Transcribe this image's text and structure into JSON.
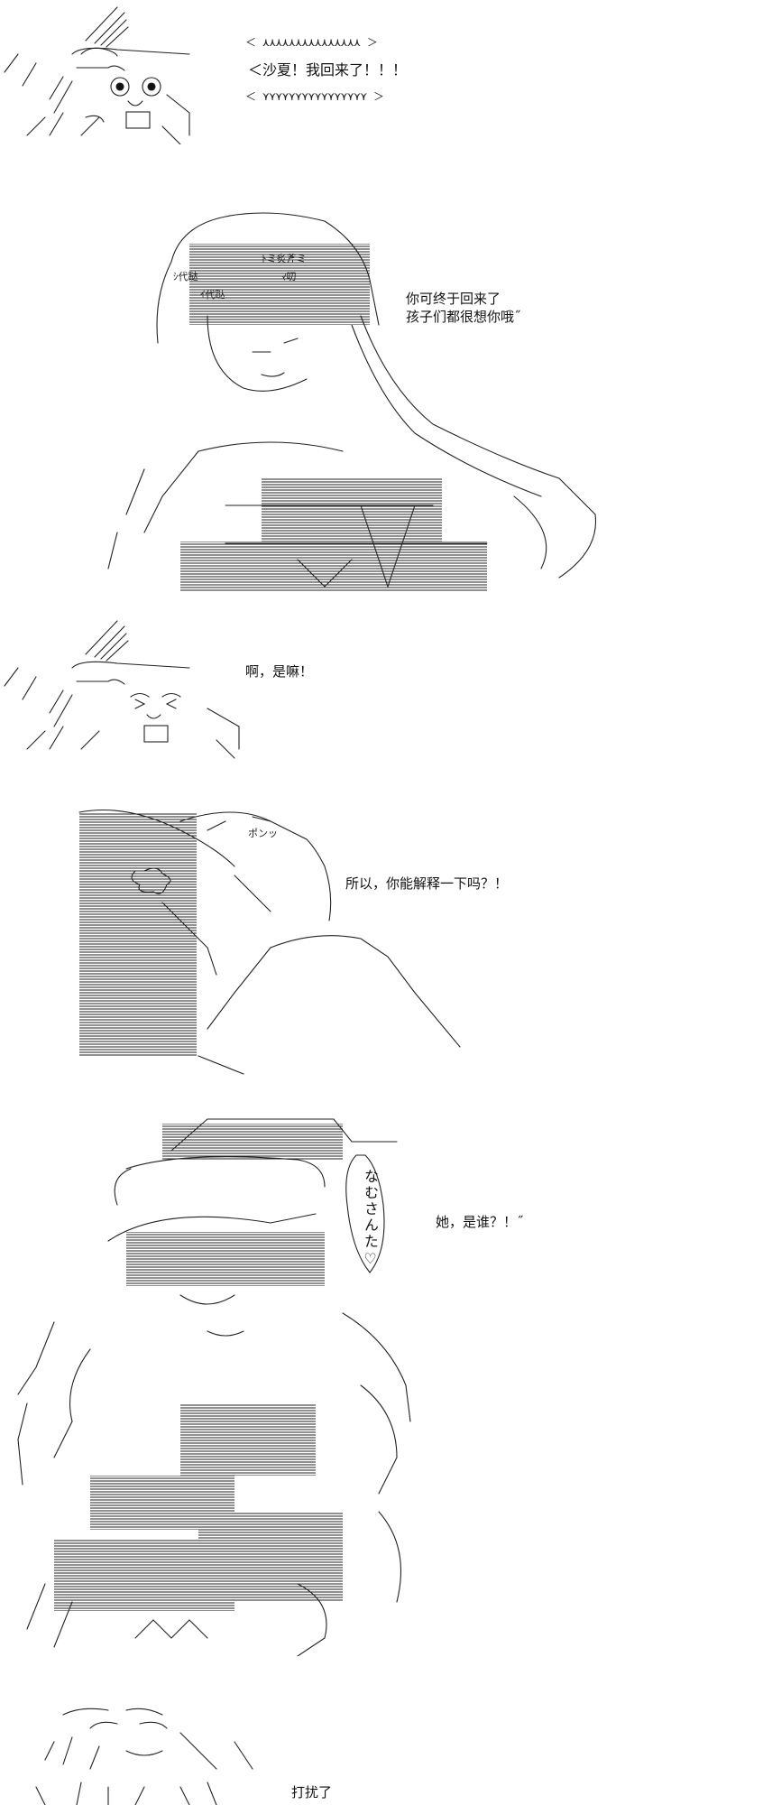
{
  "panels": [
    {
      "id": "p1",
      "bubble_top": "＜ ⋏⋏⋏⋏⋏⋏⋏⋏⋏⋏⋏⋏⋏⋏⋏ ＞",
      "line": "＜沙夏！我回来了！！！",
      "bubble_bottom": "＜ ⋎⋎⋎⋎⋎⋎⋎⋎⋎⋎⋎⋎⋎⋎⋎⋎ ＞"
    },
    {
      "id": "p2",
      "line1": "你可终于回来了",
      "line2": "孩子们都很想你哦˝",
      "aa_words": [
        "ｼ代跶",
        "ﾏ叨",
        "ﾄミ炙斧ミ",
        "ｲ代跶"
      ]
    },
    {
      "id": "p3",
      "line": "啊，是嘛！"
    },
    {
      "id": "p4",
      "sfx": "ポンッ",
      "line": "所以，你能解释一下吗？！"
    },
    {
      "id": "p5",
      "vertical": "なむさんた♡",
      "line": "她，是谁？！˝"
    },
    {
      "id": "p6",
      "line": "打扰了"
    }
  ],
  "icons": [
    "waving-hand-icon",
    "smiling-face-icon"
  ]
}
